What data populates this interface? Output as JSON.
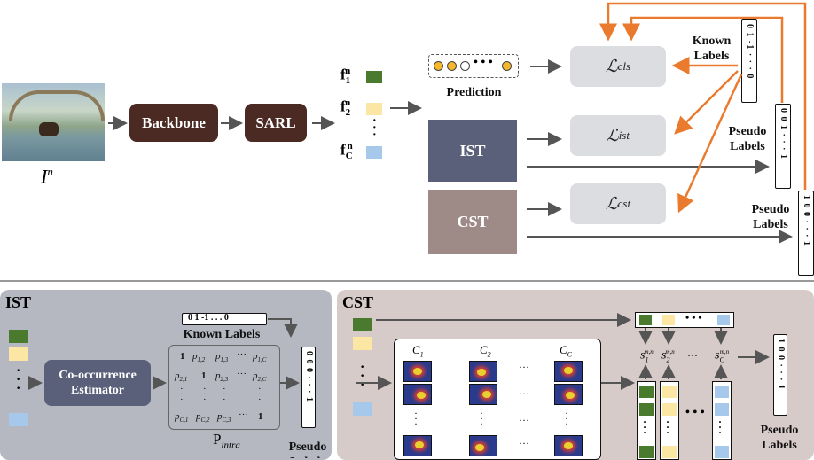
{
  "top": {
    "image_label": "I",
    "image_label_sup": "n",
    "backbone": "Backbone",
    "sarl": "SARL",
    "features": [
      {
        "name": "f",
        "sub": "1",
        "sup": "n",
        "color": "#4a7a2e"
      },
      {
        "name": "f",
        "sub": "2",
        "sup": "n",
        "color": "#fbe6a4"
      },
      {
        "name": "f",
        "sub": "C",
        "sup": "n",
        "color": "#a6c8ea"
      }
    ],
    "prediction": "Prediction",
    "ist": "IST",
    "cst": "CST",
    "loss_cls": "ℒ",
    "loss_cls_sub": "cls",
    "loss_ist": "ℒ",
    "loss_ist_sub": "ist",
    "loss_cst": "ℒ",
    "loss_cst_sub": "cst",
    "known_labels": "Known Labels",
    "known_vec": "0 1 -1 · · · 0",
    "pseudo_labels_1": "Pseudo Labels",
    "pseudo_vec_1": "0 0 1 · · · 1",
    "pseudo_labels_2": "Pseudo Labels",
    "pseudo_vec_2": "1 0 0 · · · 1"
  },
  "ist_panel": {
    "title": "IST",
    "estimator": "Co-occurrence Estimator",
    "known_vec": "0 1 -1 . . . 0",
    "known_labels": "Known  Labels",
    "matrix_label": "P",
    "matrix_label_sub": "intra",
    "pseudo_labels": "Pseudo Labels",
    "pseudo_vec": "0 0 0 · · · 1"
  },
  "cst_panel": {
    "title": "CST",
    "columns": [
      "C",
      "C",
      "C"
    ],
    "column_subs": [
      "1",
      "2",
      "C"
    ],
    "s_labels": [
      "s",
      "s",
      "s"
    ],
    "s_subs": [
      "1",
      "2",
      "C"
    ],
    "s_sup": "m,n",
    "pseudo_labels": "Pseudo Labels",
    "pseudo_vec": "1 0 0 · · · 1"
  },
  "colors": {
    "dark_box": "#4a2a22",
    "ist_box": "#5a607a",
    "cst_box": "#9e8a86",
    "orange": "#ea7b2e",
    "green": "#4a7a2e",
    "yellow": "#fbe6a4",
    "blue": "#a6c8ea",
    "ist_panel_bg": "#b5b7c1",
    "cst_panel_bg": "#d6cbc8"
  }
}
